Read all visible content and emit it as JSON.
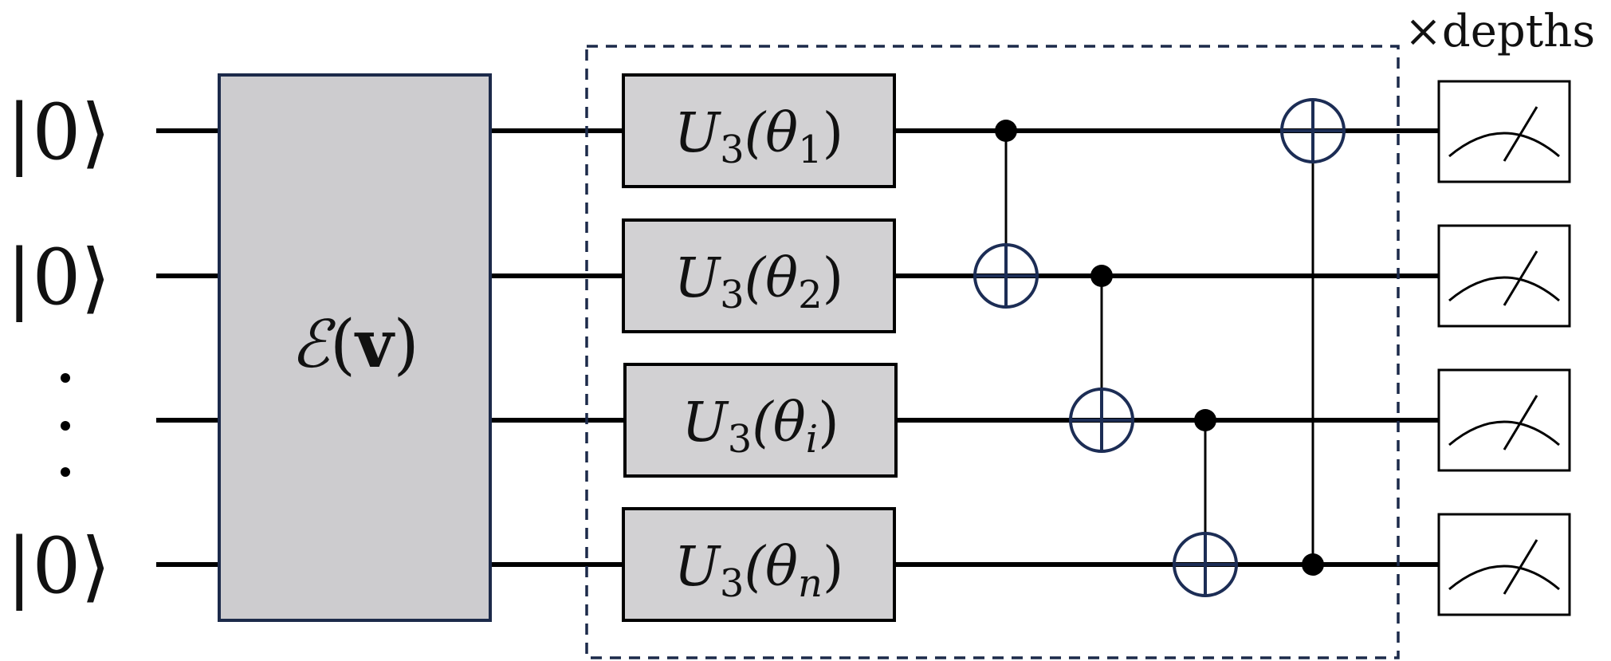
{
  "qubit_inputs": [
    {
      "label": "|0⟩"
    },
    {
      "label": "|0⟩"
    },
    {
      "label": ""
    },
    {
      "label": "|0⟩"
    }
  ],
  "encoder": {
    "label_script": "ℰ",
    "label_open": "(",
    "label_vector": "v",
    "label_close": ")"
  },
  "layer": {
    "repeat_label": "×depths"
  },
  "rotation_gates": [
    {
      "base": "U",
      "sub": "3",
      "open": "(θ",
      "param_sub": "1",
      "close": ")"
    },
    {
      "base": "U",
      "sub": "3",
      "open": "(θ",
      "param_sub": "2",
      "close": ")"
    },
    {
      "base": "U",
      "sub": "3",
      "open": "(θ",
      "param_sub": "i",
      "close": ")"
    },
    {
      "base": "U",
      "sub": "3",
      "open": "(θ",
      "param_sub": "n",
      "close": ")"
    }
  ],
  "cnots": [
    {
      "control_wire": 0,
      "target_wire": 1
    },
    {
      "control_wire": 1,
      "target_wire": 2
    },
    {
      "control_wire": 2,
      "target_wire": 3
    },
    {
      "control_wire": 3,
      "target_wire": 0
    }
  ],
  "measurements": [
    {
      "icon": "meter-icon"
    },
    {
      "icon": "meter-icon"
    },
    {
      "icon": "meter-icon"
    },
    {
      "icon": "meter-icon"
    }
  ],
  "colors": {
    "gate_fill": "#d2d1d3",
    "encoder_fill": "#cdcccf",
    "target_stroke": "#1c2d55",
    "layer_border": "#1c2a4a"
  }
}
